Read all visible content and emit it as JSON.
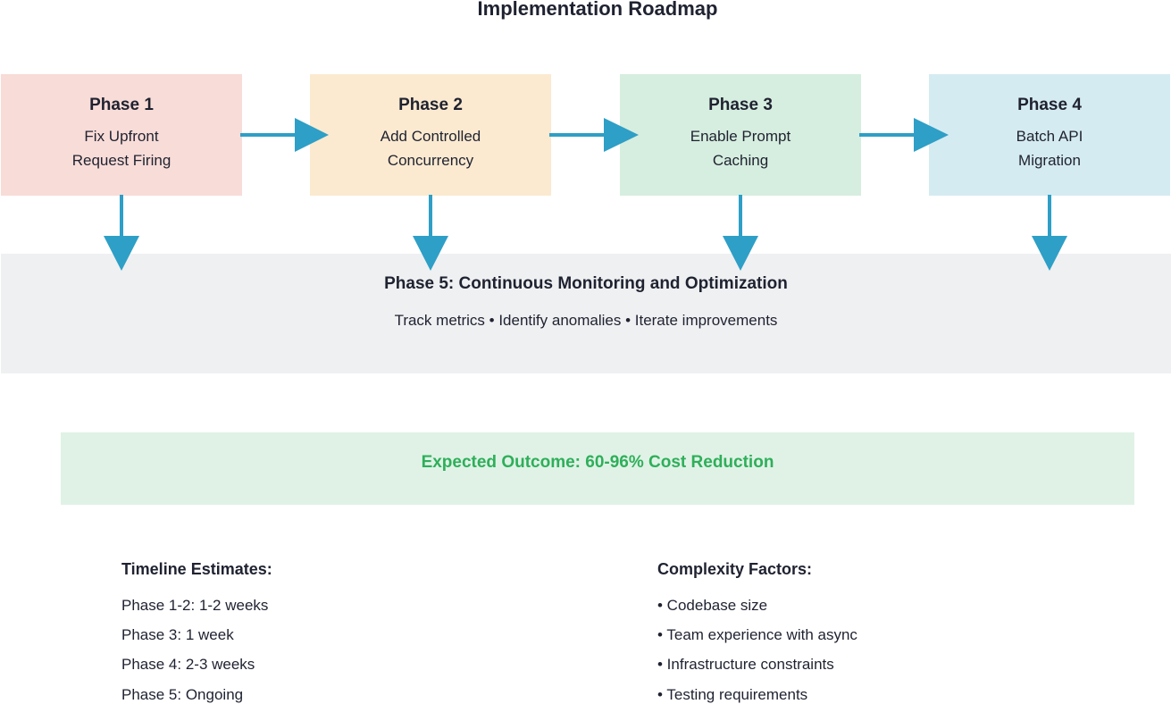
{
  "title": "Implementation Roadmap",
  "phases": [
    {
      "title": "Phase 1",
      "line1": "Fix Upfront",
      "line2": "Request Firing",
      "color": "#f8dcd8"
    },
    {
      "title": "Phase 2",
      "line1": "Add Controlled",
      "line2": "Concurrency",
      "color": "#fbead0"
    },
    {
      "title": "Phase 3",
      "line1": "Enable Prompt",
      "line2": "Caching",
      "color": "#d6eedf"
    },
    {
      "title": "Phase 4",
      "line1": "Batch API",
      "line2": "Migration",
      "color": "#d5ebf2"
    }
  ],
  "monitoring": {
    "title": "Phase 5: Continuous Monitoring and Optimization",
    "subtitle": "Track metrics • Identify anomalies • Iterate improvements"
  },
  "outcome": "Expected Outcome: 60-96% Cost Reduction",
  "timeline": {
    "heading": "Timeline Estimates:",
    "items": [
      "Phase 1-2: 1-2 weeks",
      "Phase 3: 1 week",
      "Phase 4: 2-3 weeks",
      "Phase 5: Ongoing"
    ]
  },
  "complexity": {
    "heading": "Complexity Factors:",
    "items": [
      "• Codebase size",
      "• Team experience with async",
      "• Infrastructure constraints",
      "• Testing requirements"
    ]
  },
  "colors": {
    "arrow": "#2e9fc6",
    "outcome_text": "#2eaf5a",
    "monitor_bg": "#eff0f2"
  }
}
